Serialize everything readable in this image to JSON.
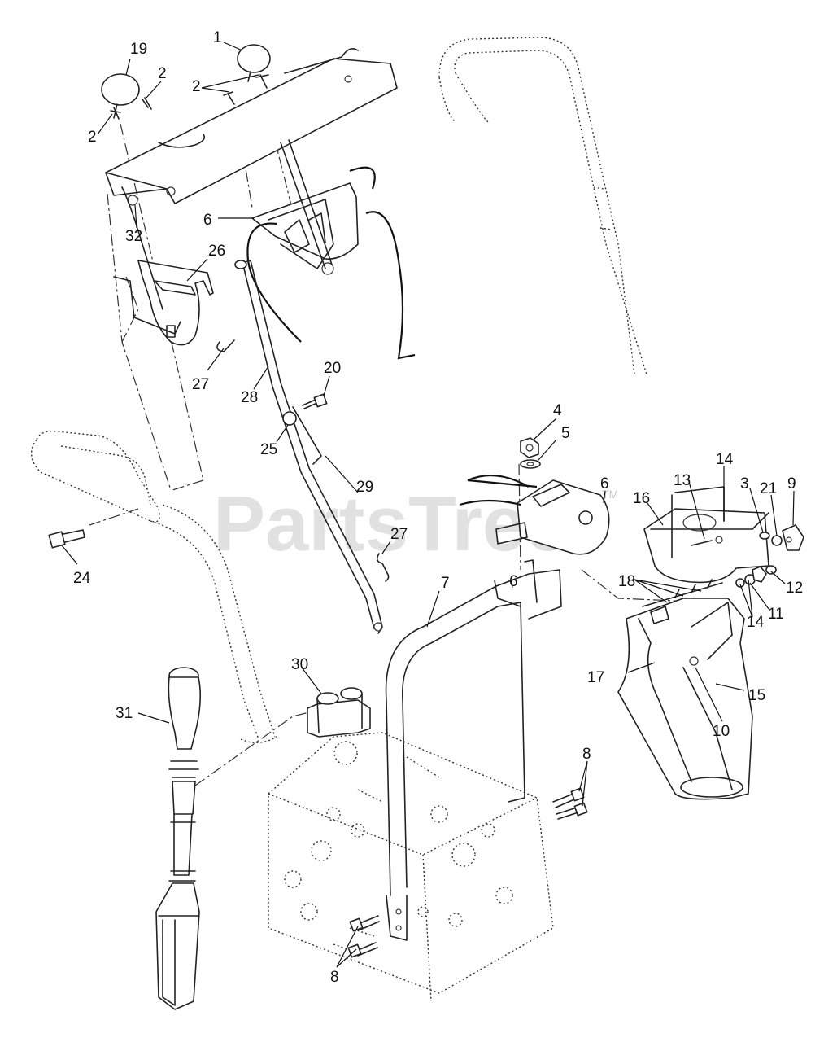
{
  "watermark": {
    "text": "PartsTree",
    "tm": "TM"
  },
  "callouts": [
    {
      "id": "c19",
      "text": "19"
    },
    {
      "id": "c1",
      "text": "1"
    },
    {
      "id": "c2a",
      "text": "2"
    },
    {
      "id": "c2b",
      "text": "2"
    },
    {
      "id": "c2c",
      "text": "2"
    },
    {
      "id": "c6a",
      "text": "6"
    },
    {
      "id": "c32",
      "text": "32"
    },
    {
      "id": "c26",
      "text": "26"
    },
    {
      "id": "c27a",
      "text": "27"
    },
    {
      "id": "c28",
      "text": "28"
    },
    {
      "id": "c20",
      "text": "20"
    },
    {
      "id": "c25",
      "text": "25"
    },
    {
      "id": "c29",
      "text": "29"
    },
    {
      "id": "c27b",
      "text": "27"
    },
    {
      "id": "c24",
      "text": "24"
    },
    {
      "id": "c4",
      "text": "4"
    },
    {
      "id": "c5",
      "text": "5"
    },
    {
      "id": "c6b",
      "text": "6"
    },
    {
      "id": "c7",
      "text": "7"
    },
    {
      "id": "c6c",
      "text": "6"
    },
    {
      "id": "c14a",
      "text": "14"
    },
    {
      "id": "c13",
      "text": "13"
    },
    {
      "id": "c3",
      "text": "3"
    },
    {
      "id": "c21",
      "text": "21"
    },
    {
      "id": "c9",
      "text": "9"
    },
    {
      "id": "c16",
      "text": "16"
    },
    {
      "id": "c12",
      "text": "12"
    },
    {
      "id": "c11",
      "text": "11"
    },
    {
      "id": "c18",
      "text": "18"
    },
    {
      "id": "c14b",
      "text": "14"
    },
    {
      "id": "c17",
      "text": "17"
    },
    {
      "id": "c15",
      "text": "15"
    },
    {
      "id": "c10",
      "text": "10"
    },
    {
      "id": "c30",
      "text": "30"
    },
    {
      "id": "c31",
      "text": "31"
    },
    {
      "id": "c8a",
      "text": "8"
    },
    {
      "id": "c8b",
      "text": "8"
    }
  ]
}
